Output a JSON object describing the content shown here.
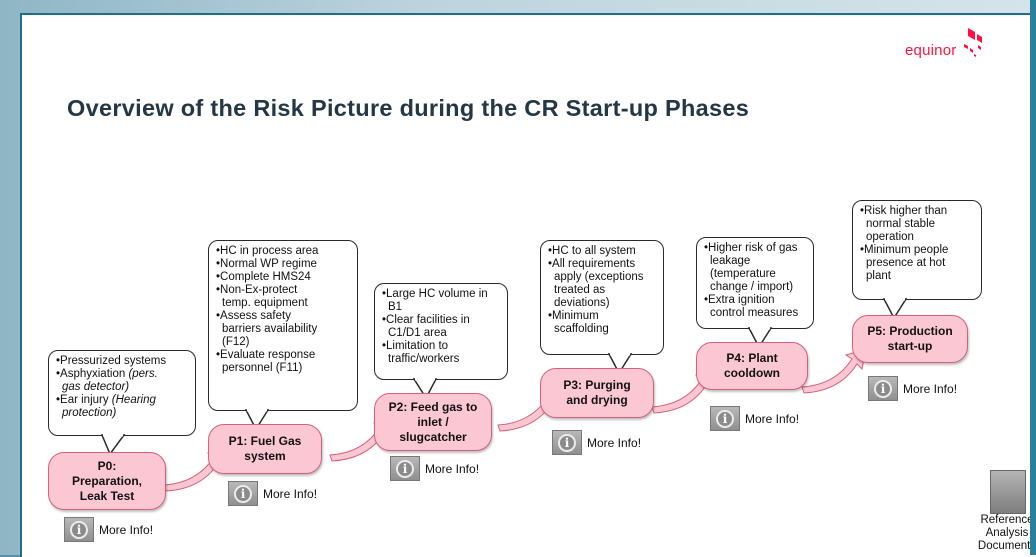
{
  "brand": {
    "name": "equinor",
    "color": "#ff1243"
  },
  "title": "Overview of the Risk Picture during the CR Start-up Phases",
  "phases": [
    {
      "id": "P0",
      "label": "P0:\nPreparation,\nLeak Test",
      "risks": [
        {
          "text": "•Pressurized systems",
          "italic": ""
        },
        {
          "text": "•Asphyxiation ",
          "italic": "(pers."
        },
        {
          "text": "",
          "italic": "gas detector)"
        },
        {
          "text": "•Ear injury ",
          "italic": "(Hearing"
        },
        {
          "text": "",
          "italic": "protection)"
        }
      ]
    },
    {
      "id": "P1",
      "label": "P1: Fuel Gas\nsystem",
      "risks": [
        "•HC in process area",
        "•Normal WP regime",
        "•Complete HMS24",
        "•Non-Ex-protect",
        "temp. equipment",
        "•Assess safety",
        "barriers availability",
        "(F12)",
        "•Evaluate response",
        "personnel (F11)"
      ]
    },
    {
      "id": "P2",
      "label": "P2: Feed gas to\ninlet /\nslugcatcher",
      "risks": [
        "•Large HC volume in",
        "B1",
        "•Clear facilities in",
        "C1/D1 area",
        "•Limitation to",
        "traffic/workers"
      ]
    },
    {
      "id": "P3",
      "label": "P3: Purging\nand drying",
      "risks": [
        "•HC to all system",
        "•All requirements",
        "apply (exceptions",
        "treated as",
        "deviations)",
        "•Minimum",
        "scaffolding"
      ]
    },
    {
      "id": "P4",
      "label": "P4: Plant\ncooldown",
      "risks": [
        "•Higher risk of gas",
        "leakage",
        "(temperature",
        "change / import)",
        "•Extra ignition",
        "control measures"
      ]
    },
    {
      "id": "P5",
      "label": "P5: Production\nstart-up",
      "risks": [
        "•Risk higher than",
        "normal stable",
        "operation",
        "•Minimum people",
        "presence at hot",
        "plant"
      ]
    }
  ],
  "more_info_label": "More Info!",
  "reference": {
    "lines": [
      "Reference",
      "Analysis",
      "Documents"
    ]
  },
  "colors": {
    "phase_fill": "#fbc7d3",
    "phase_border": "#d6607c",
    "title": "#243746"
  }
}
